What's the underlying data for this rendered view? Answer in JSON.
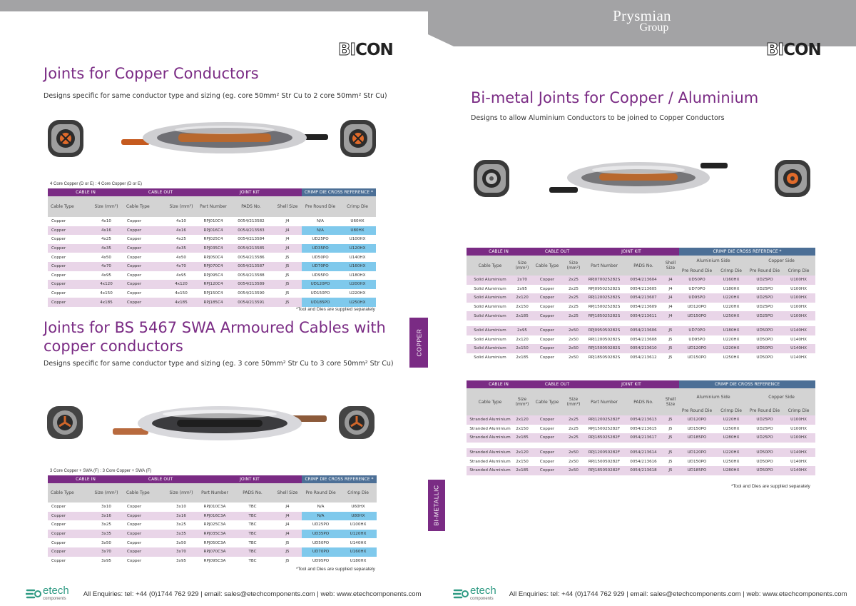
{
  "brand": {
    "prysmian_line1": "Prysmian",
    "prysmian_line2": "Group",
    "bicon_bi": "BI",
    "bicon_con": "CON"
  },
  "left": {
    "title1": "Joints for Copper Conductors",
    "subtitle1": "Designs specific for same conductor type and sizing (eg. core 50mm² Str Cu to 2 core 50mm² Str Cu)",
    "table1_caption": "4 Core Copper (D or E) : 4 Core Copper (D or E)",
    "table1_groups": [
      "CABLE IN",
      "CABLE OUT",
      "JOINT KIT",
      "CRIMP DIE CROSS REFERENCE *"
    ],
    "table1_cols": [
      "Cable Type",
      "Size (mm²)",
      "Cable Type",
      "Size (mm²)",
      "Part Number",
      "PADS No.",
      "Shell Size",
      "Pre Round Die",
      "Crimp Die"
    ],
    "table1_rows": [
      [
        "Copper",
        "4x10",
        "Copper",
        "4x10",
        "RPJ010C4",
        "0054/213582",
        "J4",
        "N/A",
        "U60HX"
      ],
      [
        "Copper",
        "4x16",
        "Copper",
        "4x16",
        "RPJ016C4",
        "0054/213583",
        "J4",
        "N/A",
        "U80HX"
      ],
      [
        "Copper",
        "4x25",
        "Copper",
        "4x25",
        "RPJ025C4",
        "0054/213584",
        "J4",
        "UD25PO",
        "U100HX"
      ],
      [
        "Copper",
        "4x35",
        "Copper",
        "4x35",
        "RPJ035C4",
        "0054/213585",
        "J4",
        "UD35PO",
        "U120HX"
      ],
      [
        "Copper",
        "4x50",
        "Copper",
        "4x50",
        "RPJ050C4",
        "0054/213586",
        "J5",
        "UD50PO",
        "U140HX"
      ],
      [
        "Copper",
        "4x70",
        "Copper",
        "4x70",
        "RPJ070C4",
        "0054/213587",
        "J5",
        "UD70PO",
        "U160HX"
      ],
      [
        "Copper",
        "4x95",
        "Copper",
        "4x95",
        "RPJ095C4",
        "0054/213588",
        "J5",
        "UD95PO",
        "U180HX"
      ],
      [
        "Copper",
        "4x120",
        "Copper",
        "4x120",
        "RPJ120C4",
        "0054/213589",
        "J5",
        "UD120PO",
        "U200HX"
      ],
      [
        "Copper",
        "4x150",
        "Copper",
        "4x150",
        "RPJ150C4",
        "0054/213590",
        "J5",
        "UD150PO",
        "U220HX"
      ],
      [
        "Copper",
        "4x185",
        "Copper",
        "4x185",
        "RPJ185C4",
        "0054/213591",
        "J5",
        "UD185PO",
        "U250HX"
      ]
    ],
    "table1_note": "*Tool and Dies are supplied separately",
    "title2": "Joints for BS 5467 SWA Armoured Cables with copper conductors",
    "subtitle2": "Designs specific for same conductor type and sizing (eg. 3 core 50mm² Str Cu to 3 core 50mm² Str Cu)",
    "table2_caption": "3 Core Copper  + SWA (F) : 3 Core Copper + SWA (F)",
    "table2_groups": [
      "CABLE IN",
      "CABLE OUT",
      "JOINT KIT",
      "CRIMP DIE CROSS REFERENCE *"
    ],
    "table2_cols": [
      "Cable Type",
      "Size (mm²)",
      "Cable Type",
      "Size (mm²)",
      "Part Number",
      "PADS No.",
      "Shell Size",
      "Pre Round Die",
      "Crimp Die"
    ],
    "table2_rows": [
      [
        "Copper",
        "3x10",
        "Copper",
        "3x10",
        "RPJ010C3A",
        "TBC",
        "J4",
        "N/A",
        "U60HX"
      ],
      [
        "Copper",
        "3x16",
        "Copper",
        "3x16",
        "RPJ016C3A",
        "TBC",
        "J4",
        "N/A",
        "U80HX"
      ],
      [
        "Copper",
        "3x25",
        "Copper",
        "3x25",
        "RPJ025C3A",
        "TBC",
        "J4",
        "UD25PO",
        "U100HX"
      ],
      [
        "Copper",
        "3x35",
        "Copper",
        "3x35",
        "RPJ035C3A",
        "TBC",
        "J4",
        "UD35PO",
        "U120HX"
      ],
      [
        "Copper",
        "3x50",
        "Copper",
        "3x50",
        "RPJ050C3A",
        "TBC",
        "J5",
        "UD50PO",
        "U140HX"
      ],
      [
        "Copper",
        "3x70",
        "Copper",
        "3x70",
        "RPJ070C3A",
        "TBC",
        "J5",
        "UD70PO",
        "U160HX"
      ],
      [
        "Copper",
        "3x95",
        "Copper",
        "3x95",
        "RPJ095C3A",
        "TBC",
        "J5",
        "UD95PO",
        "U180HX"
      ]
    ],
    "table2_note": "*Tool and Dies are supplied separately",
    "side_tab": "COPPER"
  },
  "right": {
    "title": "Bi-metal Joints for Copper / Aluminium",
    "subtitle": "Designs to allow Aluminium Conductors to be joined to Copper Conductors",
    "table3_groups": [
      "CABLE IN",
      "CABLE OUT",
      "JOINT KIT",
      "CRIMP DIE CROSS REFERENCE  *"
    ],
    "table3_cols": [
      "Cable Type",
      "Size (mm²)",
      "Cable Type",
      "Size (mm²)",
      "Part Number",
      "PADS No.",
      "Shell Size",
      "Aluminium Side",
      "Copper Side",
      "Pre Round Die",
      "Crimp Die",
      "Pre Round Die",
      "Crimp Die"
    ],
    "table3_rows": [
      [
        "Solid Aluminium",
        "2x70",
        "Copper",
        "2x25",
        "RPJ070025282S",
        "0054/213604",
        "J4",
        "UD50PO",
        "U160HX",
        "UD25PO",
        "U100HX"
      ],
      [
        "Solid Aluminium",
        "2x95",
        "Copper",
        "2x25",
        "RPJ095025282S",
        "0054/213605",
        "J4",
        "UD70PO",
        "U180HX",
        "UD25PO",
        "U100HX"
      ],
      [
        "Solid Aluminium",
        "2x120",
        "Copper",
        "2x25",
        "RPJ120025282S",
        "0054/213607",
        "J4",
        "UD95PO",
        "U220HX",
        "UD25PO",
        "U100HX"
      ],
      [
        "Solid Aluminium",
        "2x150",
        "Copper",
        "2x25",
        "RPJ150025282S",
        "0054/213609",
        "J4",
        "UD120PO",
        "U220HX",
        "UD25PO",
        "U100HX"
      ],
      [
        "Solid Aluminium",
        "2x185",
        "Copper",
        "2x25",
        "RPJ185025282S",
        "0054/213611",
        "J4",
        "UD150PO",
        "U250HX",
        "UD25PO",
        "U100HX"
      ],
      [
        "Solid Aluminium",
        "2x95",
        "Copper",
        "2x50",
        "RPJ095050282S",
        "0054/213606",
        "J5",
        "UD70PO",
        "U180HX",
        "UD50PO",
        "U140HX"
      ],
      [
        "Solid Aluminium",
        "2x120",
        "Copper",
        "2x50",
        "RPJ120050282S",
        "0054/213608",
        "J5",
        "UD95PO",
        "U220HX",
        "UD50PO",
        "U140HX"
      ],
      [
        "Solid Aluminium",
        "2x150",
        "Copper",
        "2x50",
        "RPJ150050282S",
        "0054/213610",
        "J5",
        "UD120PO",
        "U220HX",
        "UD50PO",
        "U140HX"
      ],
      [
        "Solid Aluminium",
        "2x185",
        "Copper",
        "2x50",
        "RPJ185050282S",
        "0054/213612",
        "J5",
        "UD150PO",
        "U250HX",
        "UD50PO",
        "U140HX"
      ]
    ],
    "table4_groups": [
      "CABLE IN",
      "CABLE OUT",
      "JOINT KIT",
      "CRIMP DIE CROSS REFERENCE"
    ],
    "table4_cols": [
      "Cable Type",
      "Size (mm²)",
      "Cable Type",
      "Size (mm²)",
      "Part Number",
      "PADS No.",
      "Shell Size",
      "Aluminium Side",
      "Copper Side",
      "Pre Round Die",
      "Crimp Die",
      "Pre Round Die",
      "Crimp Die"
    ],
    "table4_rows": [
      [
        "Stranded Aluminium",
        "2x120",
        "Copper",
        "2x25",
        "RPJ120025282F",
        "0054/213613",
        "J5",
        "UD120PO",
        "U220HX",
        "UD25PO",
        "U100HX"
      ],
      [
        "Stranded Aluminium",
        "2x150",
        "Copper",
        "2x25",
        "RPJ150025282F",
        "0054/213615",
        "J5",
        "UD150PO",
        "U250HX",
        "UD25PO",
        "U100HX"
      ],
      [
        "Stranded Aluminium",
        "2x185",
        "Copper",
        "2x25",
        "RPJ185025282F",
        "0054/213617",
        "J5",
        "UD185PO",
        "U280HX",
        "UD25PO",
        "U100HX"
      ],
      [
        "Stranded Aluminium",
        "2x120",
        "Copper",
        "2x50",
        "RPJ120050282F",
        "0054/213614",
        "J5",
        "UD120PO",
        "U220HX",
        "UD50PO",
        "U140HX"
      ],
      [
        "Stranded Aluminium",
        "2x150",
        "Copper",
        "2x50",
        "RPJ150050282F",
        "0054/213616",
        "J5",
        "UD150PO",
        "U250HX",
        "UD50PO",
        "U140HX"
      ],
      [
        "Stranded Aluminium",
        "2x185",
        "Copper",
        "2x50",
        "RPJ185050282F",
        "0054/213618",
        "J5",
        "UD185PO",
        "U280HX",
        "UD50PO",
        "U140HX"
      ]
    ],
    "table4_note": "*Tool and Dies are supplied separately",
    "side_tab": "BI-METALLIC"
  },
  "footer": {
    "etech_name": "etech",
    "etech_sub": "components",
    "text": "All Enquiries: tel: +44 (0)1744 762 929 | email: sales@etechcomponents.com | web: www.etechcomponents.com"
  },
  "colors": {
    "purple": "#7a2b84",
    "blue_header": "#4c6f96",
    "lilac_row": "#e9d5e8",
    "cyan_cell": "#7fc9ec",
    "grey_bar": "#a3a3a5"
  },
  "icons": [
    "cable-end-icon",
    "cable-joint-icon",
    "etech-logo-icon"
  ]
}
